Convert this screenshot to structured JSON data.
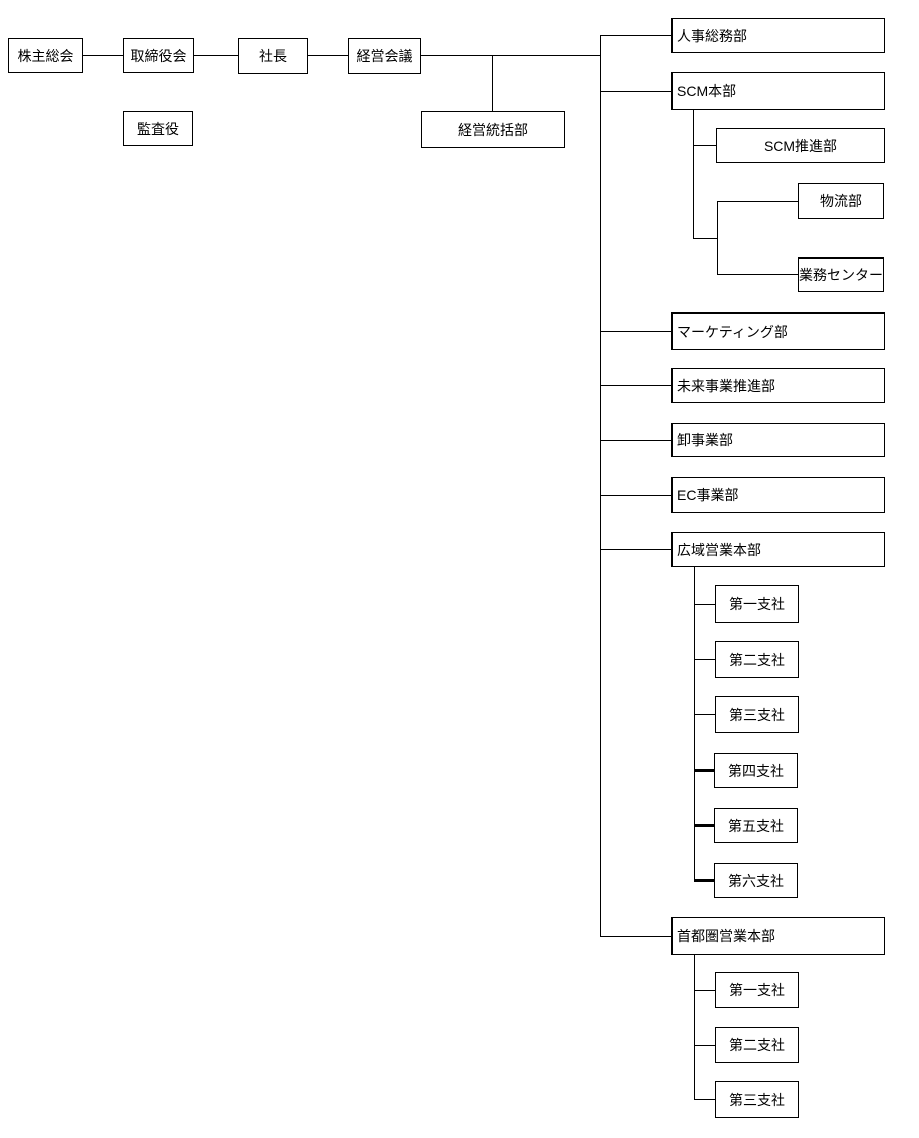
{
  "diagram": {
    "type": "org-chart",
    "colors": {
      "line": "#000000",
      "box_border": "#000000",
      "box_fill": "#ffffff",
      "background": "#ffffff",
      "text": "#000000"
    },
    "nodes": {
      "shareholders": {
        "label": "株主総会"
      },
      "board": {
        "label": "取締役会"
      },
      "president": {
        "label": "社長"
      },
      "management_council": {
        "label": "経営会議"
      },
      "auditor": {
        "label": "監査役"
      },
      "management_control": {
        "label": "経営統括部"
      },
      "hr_general_affairs": {
        "label": "人事総務部"
      },
      "scm_hq": {
        "label": "SCM本部"
      },
      "scm_promotion": {
        "label": "SCM推進部"
      },
      "logistics": {
        "label": "物流部"
      },
      "operations_center": {
        "label": "業務センター"
      },
      "marketing": {
        "label": "マーケティング部"
      },
      "future_business": {
        "label": "未来事業推進部"
      },
      "wholesale": {
        "label": "卸事業部"
      },
      "ec": {
        "label": "EC事業部"
      },
      "wide_area_sales_hq": {
        "label": "広域営業本部"
      },
      "wide_branch_1": {
        "label": "第一支社"
      },
      "wide_branch_2": {
        "label": "第二支社"
      },
      "wide_branch_3": {
        "label": "第三支社"
      },
      "wide_branch_4": {
        "label": "第四支社"
      },
      "wide_branch_5": {
        "label": "第五支社"
      },
      "wide_branch_6": {
        "label": "第六支社"
      },
      "metro_sales_hq": {
        "label": "首都圏営業本部"
      },
      "metro_branch_1": {
        "label": "第一支社"
      },
      "metro_branch_2": {
        "label": "第二支社"
      },
      "metro_branch_3": {
        "label": "第三支社"
      }
    },
    "edges": [
      [
        "shareholders",
        "board"
      ],
      [
        "board",
        "president"
      ],
      [
        "president",
        "management_council"
      ],
      [
        "management_council",
        "management_control"
      ],
      [
        "management_council",
        "hr_general_affairs"
      ],
      [
        "management_council",
        "scm_hq"
      ],
      [
        "scm_hq",
        "scm_promotion"
      ],
      [
        "scm_hq",
        "logistics"
      ],
      [
        "scm_hq",
        "operations_center"
      ],
      [
        "management_council",
        "marketing"
      ],
      [
        "management_council",
        "future_business"
      ],
      [
        "management_council",
        "wholesale"
      ],
      [
        "management_council",
        "ec"
      ],
      [
        "management_council",
        "wide_area_sales_hq"
      ],
      [
        "wide_area_sales_hq",
        "wide_branch_1"
      ],
      [
        "wide_area_sales_hq",
        "wide_branch_2"
      ],
      [
        "wide_area_sales_hq",
        "wide_branch_3"
      ],
      [
        "wide_area_sales_hq",
        "wide_branch_4"
      ],
      [
        "wide_area_sales_hq",
        "wide_branch_5"
      ],
      [
        "wide_area_sales_hq",
        "wide_branch_6"
      ],
      [
        "management_council",
        "metro_sales_hq"
      ],
      [
        "metro_sales_hq",
        "metro_branch_1"
      ],
      [
        "metro_sales_hq",
        "metro_branch_2"
      ],
      [
        "metro_sales_hq",
        "metro_branch_3"
      ]
    ],
    "standalone_nodes": [
      "auditor"
    ]
  }
}
